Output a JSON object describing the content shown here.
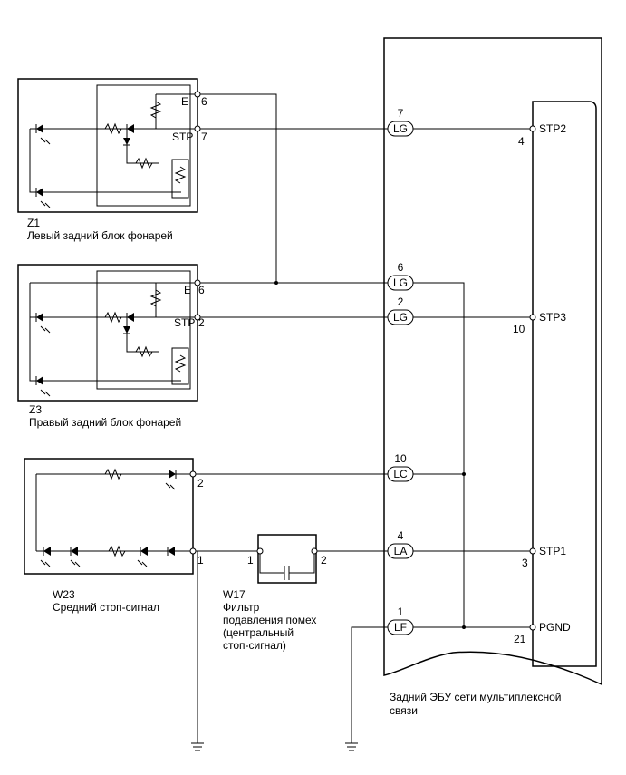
{
  "components": {
    "z1": {
      "code": "Z1",
      "name": "Левый задний блок фонарей",
      "pin_e": "E",
      "pin_e_num": "6",
      "pin_stp": "STP",
      "pin_stp_num": "7"
    },
    "z3": {
      "code": "Z3",
      "name": "Правый задний блок фонарей",
      "pin_e": "E",
      "pin_e_num": "6",
      "pin_stp": "STP",
      "pin_stp_num": "2"
    },
    "w23": {
      "code": "W23",
      "name": "Средний стоп-сигнал",
      "pin_top": "2",
      "pin_bottom": "1"
    },
    "w17": {
      "code": "W17",
      "name_line1": "Фильтр",
      "name_line2": "подавления помех",
      "name_line3": "(центральный",
      "name_line4": "стоп-сигнал)",
      "pin_left": "1",
      "pin_right": "2"
    },
    "ecu": {
      "name_line1": "Задний ЭБУ сети мультиплексной",
      "name_line2": "связи"
    }
  },
  "connectors": [
    {
      "num": "7",
      "code": "LG"
    },
    {
      "num": "6",
      "code": "LG"
    },
    {
      "num": "2",
      "code": "LG"
    },
    {
      "num": "10",
      "code": "LC"
    },
    {
      "num": "4",
      "code": "LA"
    },
    {
      "num": "1",
      "code": "LF"
    }
  ],
  "ecu_pins": [
    {
      "name": "STP2",
      "num": "4"
    },
    {
      "name": "STP3",
      "num": "10"
    },
    {
      "name": "STP1",
      "num": "3"
    },
    {
      "name": "PGND",
      "num": "21"
    }
  ]
}
